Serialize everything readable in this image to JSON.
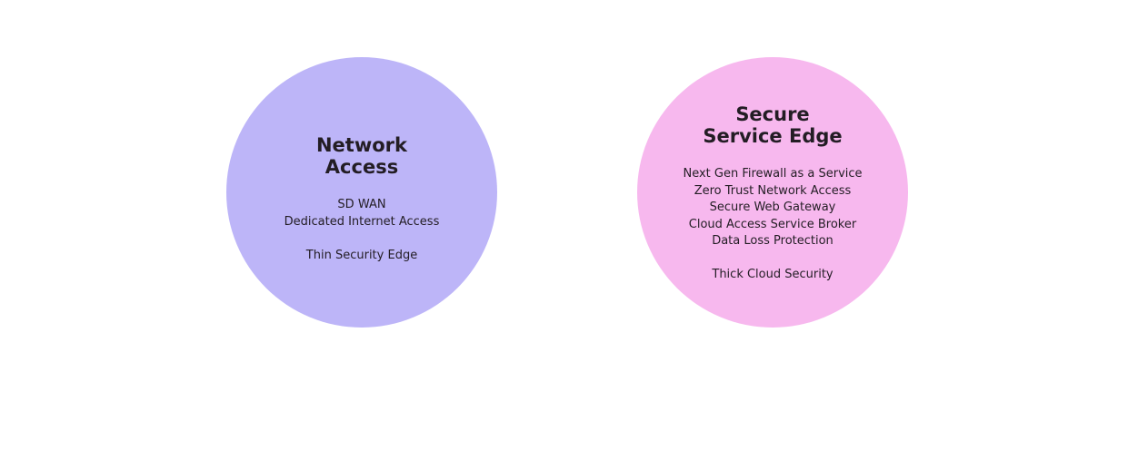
{
  "circles": [
    {
      "title_lines": [
        "Network",
        "Access"
      ],
      "items": [
        "SD WAN",
        "Dedicated Internet Access"
      ],
      "note": "Thin Security Edge",
      "color": "#bdb5f8"
    },
    {
      "title_lines": [
        "Secure",
        "Service Edge"
      ],
      "items": [
        "Next Gen Firewall as a Service",
        "Zero Trust Network Access",
        "Secure Web Gateway",
        "Cloud Access Service Broker",
        "Data Loss Protection"
      ],
      "note": "Thick Cloud Security",
      "color": "#f7b8ee"
    }
  ]
}
